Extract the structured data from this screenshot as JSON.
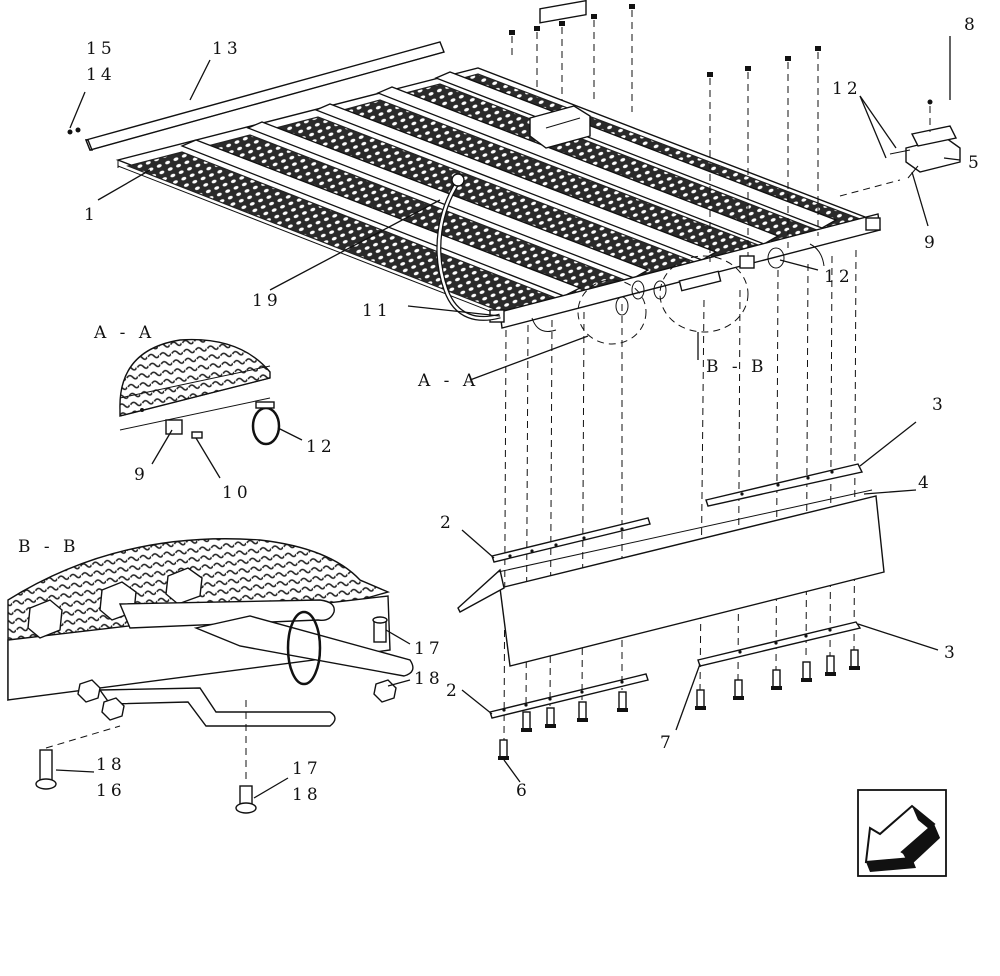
{
  "callouts": {
    "c15": "15",
    "c14": "14",
    "c13": "13",
    "c1": "1",
    "c19": "19",
    "c11": "11",
    "c8": "8",
    "c12_top": "12",
    "c5": "5",
    "c9_top": "9",
    "c12_right": "12",
    "c3_top": "3",
    "c4": "4",
    "c2_top": "2",
    "c3_bottom": "3",
    "c2_bottom": "2",
    "c7": "7",
    "c6": "6",
    "c9_detail": "9",
    "c10": "10",
    "c12_detail": "12",
    "c17_a": "17",
    "c18_a": "18",
    "c18_b": "18",
    "c16": "16",
    "c17_b": "17",
    "c18_c": "18"
  },
  "section_labels": {
    "aa_title": "A - A",
    "aa_marker": "A - A",
    "bb_title": "B - B",
    "bb_marker": "B - B"
  },
  "icons": {
    "nav_arrow": "left-down-arrow-icon"
  }
}
